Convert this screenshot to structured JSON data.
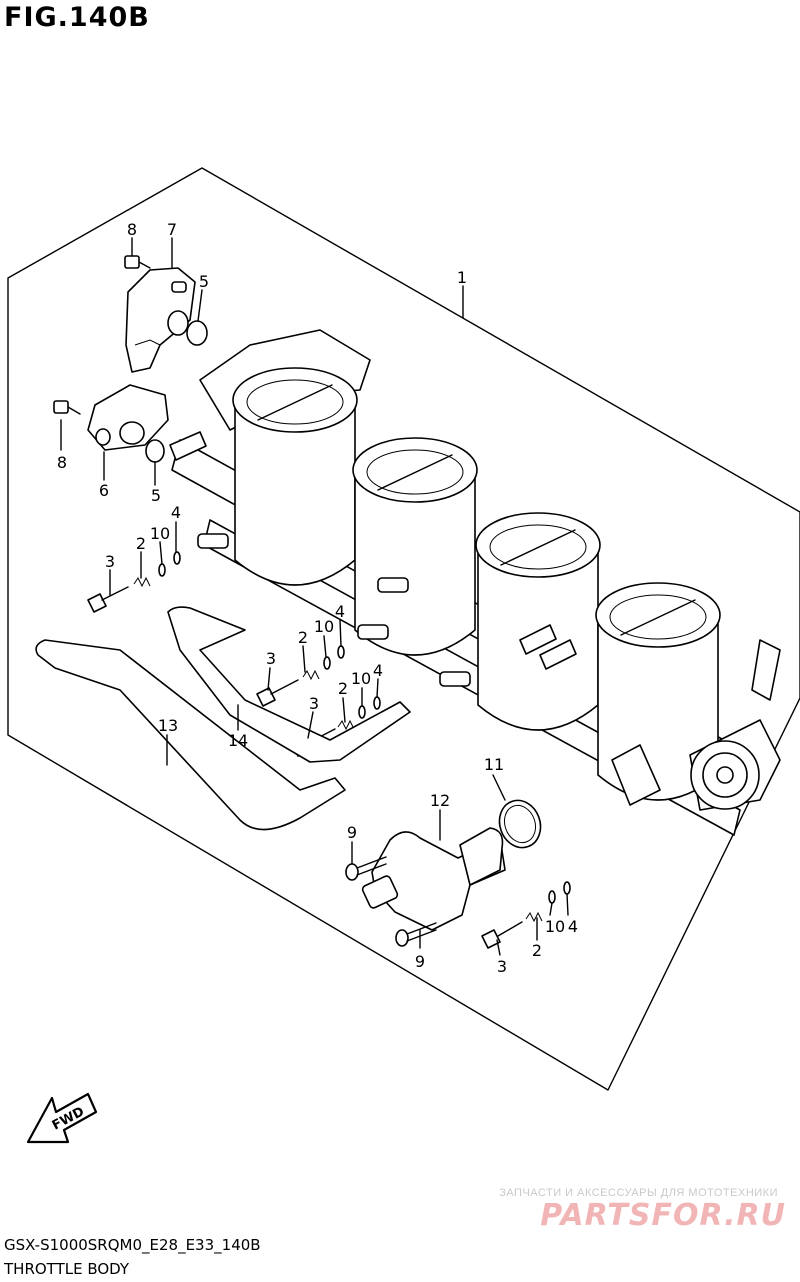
{
  "figure": {
    "title": "FIG.140B",
    "code": "GSX-S1000SRQM0_E28_E33_140B",
    "name": "THROTTLE BODY"
  },
  "fwd_label": "FWD",
  "watermark": {
    "tagline": "ЗАПЧАСТИ И АКСЕССУАРЫ ДЛЯ МОТОТЕХНИКИ",
    "logo": "PARTSFOR.RU"
  },
  "callouts": {
    "c1": "1",
    "c2a": "2",
    "c2b": "2",
    "c2c": "2",
    "c2d": "2",
    "c3a": "3",
    "c3b": "3",
    "c3c": "3",
    "c3d": "3",
    "c4a": "4",
    "c4b": "4",
    "c4c": "4",
    "c4d": "4",
    "c5a": "5",
    "c5b": "5",
    "c6": "6",
    "c7": "7",
    "c8a": "8",
    "c8b": "8",
    "c9a": "9",
    "c9b": "9",
    "c10a": "10",
    "c10b": "10",
    "c10c": "10",
    "c10d": "10",
    "c11": "11",
    "c12": "12",
    "c13": "13",
    "c14": "14"
  }
}
